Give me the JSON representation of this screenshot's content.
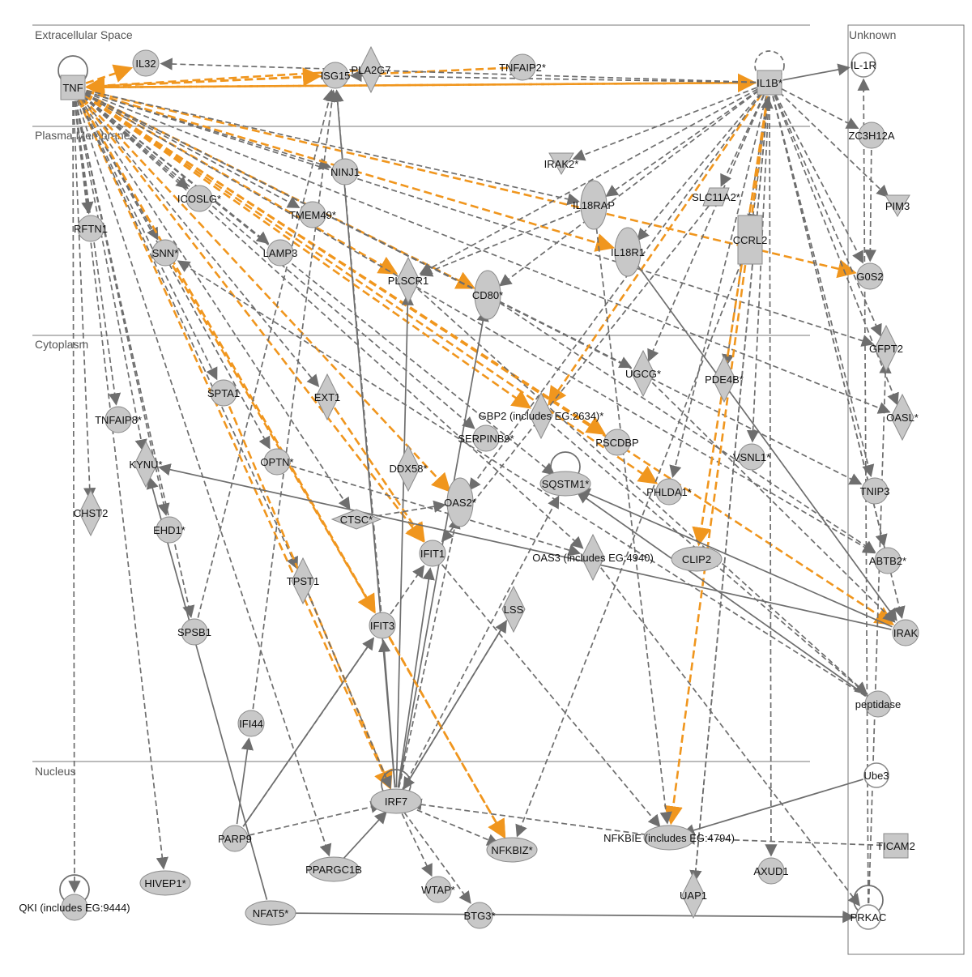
{
  "regions": [
    {
      "key": "extracellular",
      "label": "Extracellular Space"
    },
    {
      "key": "plasma",
      "label": "Plasma Membrane"
    },
    {
      "key": "cytoplasm",
      "label": "Cytoplasm"
    },
    {
      "key": "nucleus",
      "label": "Nucleus"
    },
    {
      "key": "unknown",
      "label": "Unknown"
    }
  ],
  "edge_colors": {
    "regulation": "#6e6e6e",
    "highlight": "#f0961e"
  },
  "node_fill": "#c8c8c8",
  "nodes": [
    {
      "id": "TNF",
      "label": "TNF",
      "shape": "square",
      "self_loop": true
    },
    {
      "id": "IL32",
      "label": "IL32",
      "shape": "circle"
    },
    {
      "id": "ISG15",
      "label": "ISG15",
      "shape": "circle"
    },
    {
      "id": "PLA2G7",
      "label": "PLA2G7",
      "shape": "diamond"
    },
    {
      "id": "TNFAIP2",
      "label": "TNFAIP2*",
      "shape": "circle"
    },
    {
      "id": "IL1B",
      "label": "IL1B*",
      "shape": "square",
      "self_loop": true
    },
    {
      "id": "IL1R",
      "label": "IL-1R",
      "shape": "ring"
    },
    {
      "id": "ZC3H12A",
      "label": "ZC3H12A",
      "shape": "circle"
    },
    {
      "id": "IRAK2",
      "label": "IRAK2*",
      "shape": "triangle-down"
    },
    {
      "id": "PIM3",
      "label": "PIM3",
      "shape": "triangle-down"
    },
    {
      "id": "NINJ1",
      "label": "NINJ1",
      "shape": "circle"
    },
    {
      "id": "ICOSLG",
      "label": "ICOSLG*",
      "shape": "circle"
    },
    {
      "id": "RFTN1",
      "label": "RFTN1",
      "shape": "circle"
    },
    {
      "id": "TMEM49",
      "label": "TMEM49*",
      "shape": "circle"
    },
    {
      "id": "IL18RAP",
      "label": "IL18RAP",
      "shape": "v-ellipse"
    },
    {
      "id": "SLC11A2",
      "label": "SLC11A2*",
      "shape": "trapezoid"
    },
    {
      "id": "IL18R1",
      "label": "IL18R1",
      "shape": "v-ellipse"
    },
    {
      "id": "CCRL2",
      "label": "CCRL2",
      "shape": "rect-tall"
    },
    {
      "id": "SNN",
      "label": "SNN*",
      "shape": "circle"
    },
    {
      "id": "LAMP3",
      "label": "LAMP3",
      "shape": "circle"
    },
    {
      "id": "PLSCR1",
      "label": "PLSCR1",
      "shape": "diamond"
    },
    {
      "id": "CD80",
      "label": "CD80*",
      "shape": "v-ellipse"
    },
    {
      "id": "G0S2",
      "label": "G0S2",
      "shape": "circle"
    },
    {
      "id": "GFPT2",
      "label": "GFPT2",
      "shape": "diamond"
    },
    {
      "id": "UGCG",
      "label": "UGCG*",
      "shape": "diamond"
    },
    {
      "id": "PDE4B",
      "label": "PDE4B*",
      "shape": "diamond"
    },
    {
      "id": "SPTA1",
      "label": "SPTA1",
      "shape": "circle"
    },
    {
      "id": "EXT1",
      "label": "EXT1",
      "shape": "diamond"
    },
    {
      "id": "GBP2",
      "label": "GBP2 (includes EG:2634)*",
      "shape": "diamond"
    },
    {
      "id": "OASL",
      "label": "OASL*",
      "shape": "diamond"
    },
    {
      "id": "TNFAIP8",
      "label": "TNFAIP8*",
      "shape": "circle"
    },
    {
      "id": "SERPINB9",
      "label": "SERPINB9*",
      "shape": "circle"
    },
    {
      "id": "PSCDBP",
      "label": "PSCDBP",
      "shape": "circle"
    },
    {
      "id": "VSNL1",
      "label": "VSNL1*",
      "shape": "circle"
    },
    {
      "id": "KYNU",
      "label": "KYNU*",
      "shape": "diamond"
    },
    {
      "id": "OPTN",
      "label": "OPTN*",
      "shape": "circle"
    },
    {
      "id": "DDX58",
      "label": "DDX58*",
      "shape": "diamond"
    },
    {
      "id": "SQSTM1",
      "label": "SQSTM1*",
      "shape": "h-ellipse",
      "self_loop": true
    },
    {
      "id": "PHLDA1",
      "label": "PHLDA1*",
      "shape": "circle"
    },
    {
      "id": "TNIP3",
      "label": "TNIP3",
      "shape": "circle"
    },
    {
      "id": "CHST2",
      "label": "CHST2",
      "shape": "diamond"
    },
    {
      "id": "OAS2",
      "label": "OAS2*",
      "shape": "v-ellipse"
    },
    {
      "id": "CTSC",
      "label": "CTSC*",
      "shape": "diamond-wide"
    },
    {
      "id": "EHD1",
      "label": "EHD1*",
      "shape": "circle"
    },
    {
      "id": "IFIT1",
      "label": "IFIT1",
      "shape": "circle"
    },
    {
      "id": "OAS3",
      "label": "OAS3 (includes EG:4940)",
      "shape": "diamond"
    },
    {
      "id": "CLIP2",
      "label": "CLIP2",
      "shape": "h-ellipse"
    },
    {
      "id": "ABTB2",
      "label": "ABTB2*",
      "shape": "circle"
    },
    {
      "id": "TPST1",
      "label": "TPST1",
      "shape": "diamond"
    },
    {
      "id": "LSS",
      "label": "LSS",
      "shape": "diamond"
    },
    {
      "id": "SPSB1",
      "label": "SPSB1",
      "shape": "circle"
    },
    {
      "id": "IFIT3",
      "label": "IFIT3",
      "shape": "circle"
    },
    {
      "id": "IRAK",
      "label": "IRAK",
      "shape": "circle"
    },
    {
      "id": "peptidase",
      "label": "peptidase",
      "shape": "circle"
    },
    {
      "id": "IFI44",
      "label": "IFI44",
      "shape": "circle"
    },
    {
      "id": "Ube3",
      "label": "Ube3",
      "shape": "ring"
    },
    {
      "id": "IRF7",
      "label": "IRF7",
      "shape": "h-ellipse",
      "self_loop": true
    },
    {
      "id": "PARP9",
      "label": "PARP9",
      "shape": "circle"
    },
    {
      "id": "NFKBIZ",
      "label": "NFKBIZ*",
      "shape": "h-ellipse"
    },
    {
      "id": "NFKBIE",
      "label": "NFKBIE (includes EG:4794)",
      "shape": "h-ellipse"
    },
    {
      "id": "TICAM2",
      "label": "TICAM2",
      "shape": "square"
    },
    {
      "id": "PPARGC1B",
      "label": "PPARGC1B",
      "shape": "h-ellipse"
    },
    {
      "id": "HIVEP1",
      "label": "HIVEP1*",
      "shape": "h-ellipse"
    },
    {
      "id": "AXUD1",
      "label": "AXUD1",
      "shape": "circle"
    },
    {
      "id": "WTAP",
      "label": "WTAP*",
      "shape": "circle"
    },
    {
      "id": "UAP1",
      "label": "UAP1",
      "shape": "diamond"
    },
    {
      "id": "QKI",
      "label": "QKI (includes EG:9444)",
      "shape": "circle",
      "self_loop": true
    },
    {
      "id": "NFAT5",
      "label": "NFAT5*",
      "shape": "h-ellipse"
    },
    {
      "id": "BTG3",
      "label": "BTG3*",
      "shape": "circle"
    },
    {
      "id": "PRKAC",
      "label": "PRKAC",
      "shape": "ring",
      "self_loop": true
    }
  ],
  "edges": [
    [
      "TNF",
      "IL32",
      "o"
    ],
    [
      "TNF",
      "ISG15",
      "o"
    ],
    [
      "PLA2G7",
      "TNF",
      "o"
    ],
    [
      "TNFAIP2",
      "TNF",
      "o"
    ],
    [
      "IL1B",
      "TNF",
      "o"
    ],
    [
      "TNF",
      "IL1B",
      "o"
    ],
    [
      "TNF",
      "RFTN1",
      "d"
    ],
    [
      "TNF",
      "ICOSLG",
      "d"
    ],
    [
      "TNF",
      "NINJ1",
      "d"
    ],
    [
      "TNF",
      "TMEM49",
      "d"
    ],
    [
      "TNF",
      "LAMP3",
      "d"
    ],
    [
      "TNF",
      "SNN",
      "d"
    ],
    [
      "TNF",
      "PLSCR1",
      "o"
    ],
    [
      "TNF",
      "CD80",
      "o"
    ],
    [
      "TNF",
      "IL18R1",
      "o"
    ],
    [
      "TNF",
      "G0S2",
      "o"
    ],
    [
      "TNF",
      "IL18RAP",
      "d"
    ],
    [
      "TNF",
      "UGCG",
      "d"
    ],
    [
      "TNF",
      "GBP2",
      "o"
    ],
    [
      "TNF",
      "PSCDBP",
      "o"
    ],
    [
      "TNF",
      "SERPINB9",
      "d"
    ],
    [
      "TNF",
      "OAS2",
      "o"
    ],
    [
      "TNF",
      "IFIT1",
      "o"
    ],
    [
      "TNF",
      "IFIT3",
      "o"
    ],
    [
      "TNF",
      "IRF7",
      "o"
    ],
    [
      "TNF",
      "SPTA1",
      "d"
    ],
    [
      "TNF",
      "EXT1",
      "d"
    ],
    [
      "TNF",
      "TNFAIP8",
      "d"
    ],
    [
      "TNF",
      "CHST2",
      "d"
    ],
    [
      "TNF",
      "KYNU",
      "d"
    ],
    [
      "TNF",
      "EHD1",
      "d"
    ],
    [
      "TNF",
      "SPSB1",
      "d"
    ],
    [
      "TNF",
      "OPTN",
      "d"
    ],
    [
      "TNF",
      "CTSC",
      "d"
    ],
    [
      "TNF",
      "TPST1",
      "d"
    ],
    [
      "TNF",
      "HIVEP1",
      "d"
    ],
    [
      "TNF",
      "QKI",
      "d"
    ],
    [
      "TNF",
      "PPARGC1B",
      "d"
    ],
    [
      "TNF",
      "OAS3",
      "d"
    ],
    [
      "TNF",
      "SQSTM1",
      "d"
    ],
    [
      "TNF",
      "PHLDA1",
      "o"
    ],
    [
      "TNF",
      "IRAK",
      "o"
    ],
    [
      "TNF",
      "NFKBIZ",
      "o"
    ],
    [
      "TNF",
      "TNIP3",
      "d"
    ],
    [
      "TNF",
      "OASL",
      "d"
    ],
    [
      "TNF",
      "GFPT2",
      "d"
    ],
    [
      "TNF",
      "ABTB2",
      "d"
    ],
    [
      "IL1B",
      "IL1R",
      "s"
    ],
    [
      "IL1B",
      "ZC3H12A",
      "d"
    ],
    [
      "IL1B",
      "PIM3",
      "d"
    ],
    [
      "IL1B",
      "IRAK2",
      "d"
    ],
    [
      "IL1B",
      "IL18RAP",
      "d"
    ],
    [
      "IL1B",
      "SLC11A2",
      "d"
    ],
    [
      "IL1B",
      "IL18R1",
      "d"
    ],
    [
      "IL1B",
      "CCRL2",
      "d"
    ],
    [
      "IL1B",
      "G0S2",
      "d"
    ],
    [
      "IL1B",
      "PLSCR1",
      "d"
    ],
    [
      "IL1B",
      "CD80",
      "d"
    ],
    [
      "IL1B",
      "UGCG",
      "d"
    ],
    [
      "IL1B",
      "PDE4B",
      "d"
    ],
    [
      "IL1B",
      "GBP2",
      "o"
    ],
    [
      "IL1B",
      "VSNL1",
      "d"
    ],
    [
      "IL1B",
      "PHLDA1",
      "d"
    ],
    [
      "IL1B",
      "CLIP2",
      "o"
    ],
    [
      "IL1B",
      "OAS2",
      "d"
    ],
    [
      "IL1B",
      "AXUD1",
      "d"
    ],
    [
      "IL1B",
      "UAP1",
      "d"
    ],
    [
      "IL1B",
      "NFKBIE",
      "o"
    ],
    [
      "IL1B",
      "ISG15",
      "d"
    ],
    [
      "IL1B",
      "IL32",
      "d"
    ],
    [
      "IL1B",
      "GFPT2",
      "d"
    ],
    [
      "IL1B",
      "OASL",
      "d"
    ],
    [
      "IL1B",
      "TNIP3",
      "d"
    ],
    [
      "IL1B",
      "IRAK",
      "d"
    ],
    [
      "IL1B",
      "ABTB2",
      "d"
    ],
    [
      "IRF7",
      "ISG15",
      "s"
    ],
    [
      "IRF7",
      "PLSCR1",
      "s"
    ],
    [
      "IRF7",
      "CD80",
      "s"
    ],
    [
      "IRF7",
      "OAS2",
      "d"
    ],
    [
      "IRF7",
      "IFIT1",
      "s"
    ],
    [
      "IRF7",
      "IFIT3",
      "s"
    ],
    [
      "IRF7",
      "LSS",
      "s"
    ],
    [
      "IRF7",
      "SQSTM1",
      "d"
    ],
    [
      "IRF7",
      "WTAP",
      "d"
    ],
    [
      "IRF7",
      "BTG3",
      "d"
    ],
    [
      "IRF7",
      "NFKBIZ",
      "d"
    ],
    [
      "NFKBIE",
      "IRF7",
      "d"
    ],
    [
      "PARP9",
      "IRF7",
      "d"
    ],
    [
      "PARP9",
      "IFIT3",
      "s"
    ],
    [
      "PARP9",
      "IFI44",
      "s"
    ],
    [
      "PARP9",
      "IFIT1",
      "d"
    ],
    [
      "PPARGC1B",
      "IRF7",
      "s"
    ],
    [
      "IFI44",
      "ISG15",
      "d"
    ],
    [
      "SPSB1",
      "ISG15",
      "d"
    ],
    [
      "IFIT3",
      "ISG15",
      "d"
    ],
    [
      "IFIT1",
      "NFKBIE",
      "d"
    ],
    [
      "IFIT3",
      "NFKBIZ",
      "o"
    ],
    [
      "OPTN",
      "OAS3",
      "d"
    ],
    [
      "EXT1",
      "IFIT1",
      "o"
    ],
    [
      "SPTA1",
      "IRF7",
      "o"
    ],
    [
      "SNN",
      "IFIT3",
      "o"
    ],
    [
      "TPST1",
      "IRF7",
      "d"
    ],
    [
      "IL18R1",
      "IRAK",
      "s"
    ],
    [
      "IRAK",
      "KYNU",
      "s"
    ],
    [
      "NFAT5",
      "PRKAC",
      "s"
    ],
    [
      "Ube3",
      "NFKBIE",
      "s"
    ],
    [
      "TICAM2",
      "NFKBIE",
      "d"
    ],
    [
      "peptidase",
      "SQSTM1",
      "s"
    ],
    [
      "peptidase",
      "SNN",
      "d"
    ],
    [
      "IRAK",
      "SQSTM1",
      "s"
    ],
    [
      "ZC3H12A",
      "G0S2",
      "d"
    ],
    [
      "PRKAC",
      "IL1R",
      "d"
    ],
    [
      "PRKAC",
      "GFPT2",
      "d"
    ],
    [
      "UAP1",
      "IL1B",
      "d"
    ],
    [
      "NFAT5",
      "KYNU",
      "s"
    ],
    [
      "CCRL2",
      "NFKBIZ",
      "d"
    ],
    [
      "IL18RAP",
      "NFKBIE",
      "d"
    ],
    [
      "IL18RAP",
      "PLSCR1",
      "d"
    ],
    [
      "LSS",
      "IRF7",
      "d"
    ],
    [
      "GBP2",
      "peptidase",
      "d"
    ],
    [
      "UGCG",
      "IRAK",
      "d"
    ],
    [
      "CD80",
      "ABTB2",
      "d"
    ],
    [
      "PLSCR1",
      "peptidase",
      "d"
    ],
    [
      "OAS3",
      "PRKAC",
      "d"
    ],
    [
      "CTSC",
      "OAS2",
      "d"
    ],
    [
      "SLC11A2",
      "IFIT1",
      "d"
    ]
  ]
}
